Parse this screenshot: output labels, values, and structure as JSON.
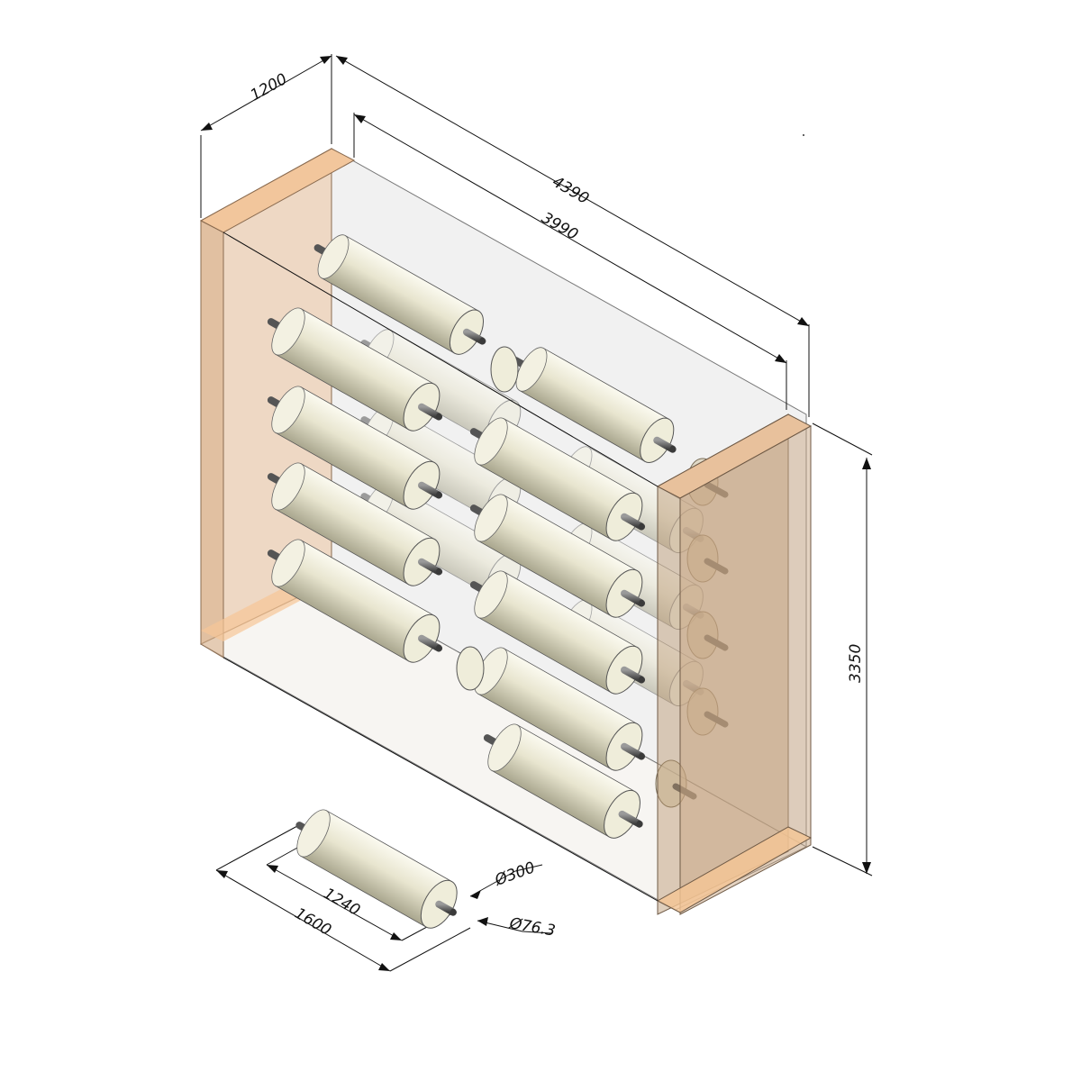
{
  "dimensions": {
    "depth": "1200",
    "outer_length": "4390",
    "inner_length": "3990",
    "height": "3350",
    "roll_length_total": "1600",
    "roll_length_body": "1240",
    "roll_diameter": "Ø300",
    "shaft_diameter": "Ø76.3"
  },
  "colors": {
    "frame_side": "#e8c39e",
    "frame_edge": "#f6c79a",
    "glass": "#e9eaea",
    "roll_body": "#e6e3cc",
    "roll_end": "#f1efdf",
    "shaft": "#6e6e6e",
    "line": "#111111"
  }
}
